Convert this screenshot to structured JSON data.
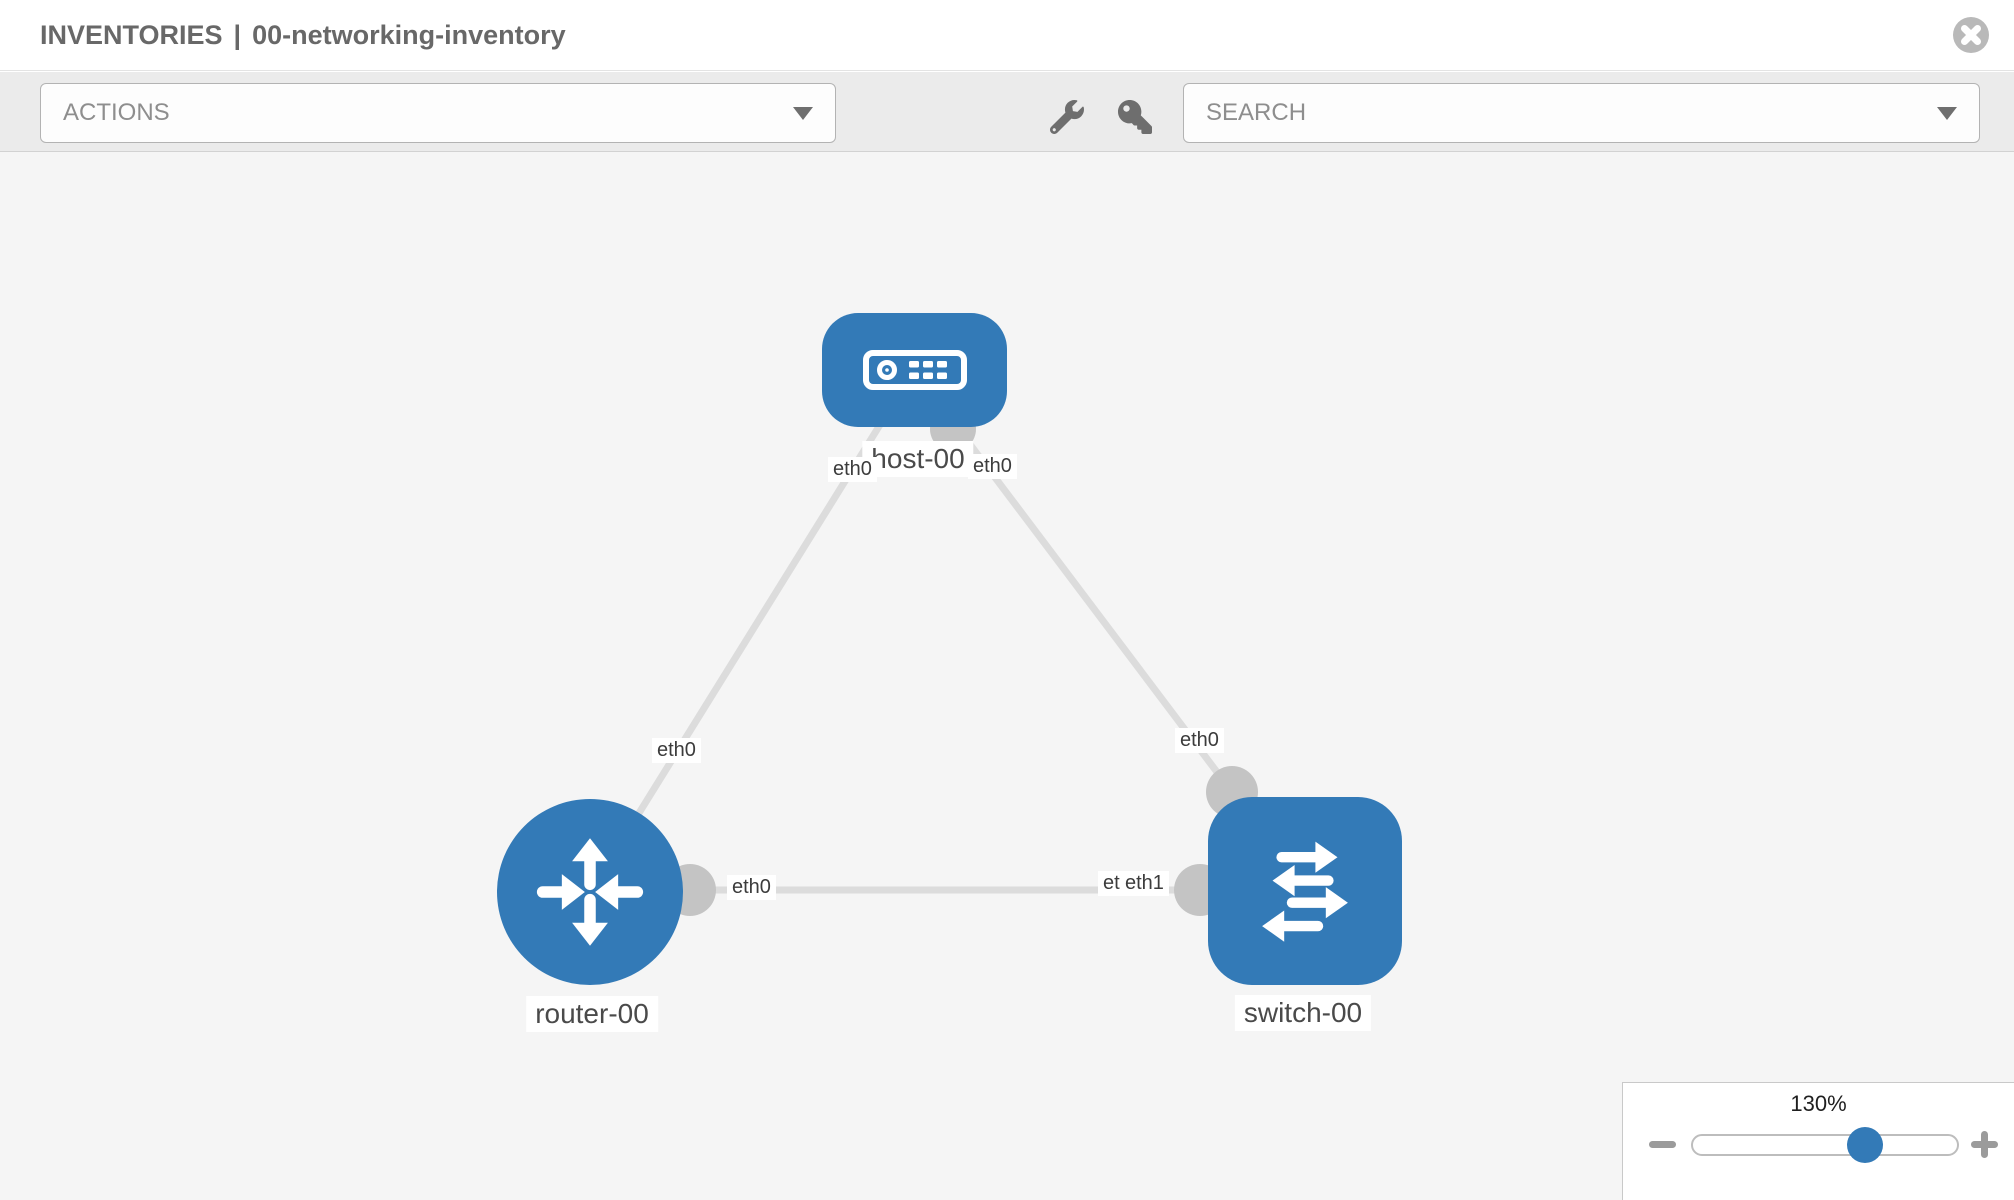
{
  "header": {
    "section": "INVENTORIES",
    "separator": "|",
    "item": "00-networking-inventory"
  },
  "toolbar": {
    "actions_label": "ACTIONS",
    "search_label": "SEARCH",
    "icons": [
      "wrench-icon",
      "key-icon"
    ]
  },
  "canvas": {
    "nodes": [
      {
        "id": "host-00",
        "type": "host",
        "label": "host-00"
      },
      {
        "id": "router-00",
        "type": "router",
        "label": "router-00"
      },
      {
        "id": "switch-00",
        "type": "switch",
        "label": "switch-00"
      }
    ],
    "links": [
      {
        "from": "host-00",
        "to": "router-00",
        "from_iface": "eth0",
        "to_iface": "eth0"
      },
      {
        "from": "host-00",
        "to": "switch-00",
        "from_iface": "eth0",
        "to_iface": "eth0"
      },
      {
        "from": "router-00",
        "to": "switch-00",
        "from_iface": "eth0",
        "to_iface": "eth1"
      }
    ],
    "iface_labels": {
      "host_left": "eth0",
      "host_right": "eth0",
      "link_host_router": "eth0",
      "link_host_switch": "eth0",
      "router_port": "eth0",
      "switch_port_under": "eth0",
      "switch_port_over": "eth1"
    }
  },
  "zoom": {
    "percent": "130%",
    "level_fraction": 0.65
  },
  "colors": {
    "node_blue": "#337ab7",
    "link_gray": "#dcdcdc",
    "connector_gray": "#c4c4c4",
    "canvas_bg": "#f5f5f5",
    "toolbar_bg": "#ebebeb"
  }
}
